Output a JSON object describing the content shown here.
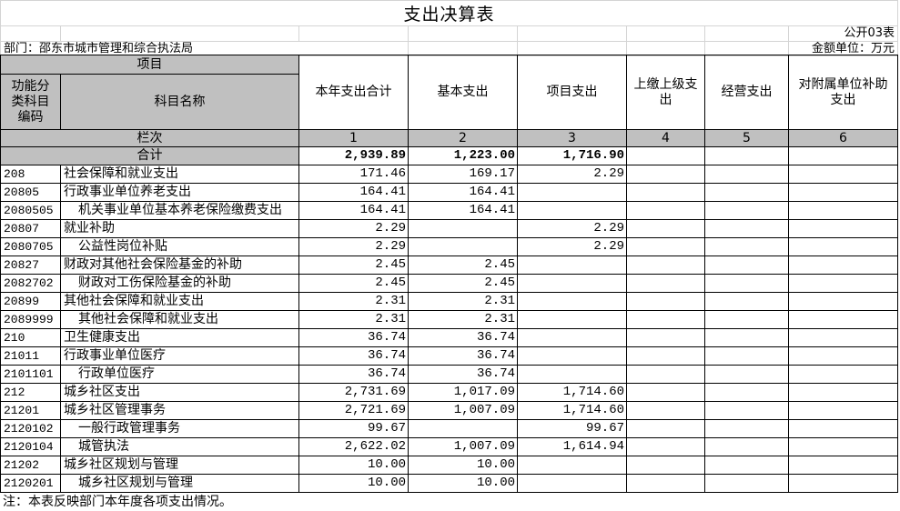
{
  "title": "支出决算表",
  "form_code": "公开03表",
  "department": "部门：邵东市城市管理和综合执法局",
  "unit": "金额单位：万元",
  "colors": {
    "header_fill": "#c0c0c0",
    "border": "#000000",
    "sheet_grid": "#d4d4d4"
  },
  "header": {
    "item": "项目",
    "code": "功能分类科目编码",
    "name": "科目名称",
    "columns": [
      "本年支出合计",
      "基本支出",
      "项目支出",
      "上缴上级支出",
      "经营支出",
      "对附属单位补助支出"
    ]
  },
  "column_index_row": {
    "label": "栏次",
    "numbers": [
      "1",
      "2",
      "3",
      "4",
      "5",
      "6"
    ]
  },
  "total_row": {
    "label": "合计",
    "values": [
      "2,939.89",
      "1,223.00",
      "1,716.90",
      "",
      "",
      ""
    ]
  },
  "rows": [
    {
      "code": "208",
      "name": "社会保障和就业支出",
      "values": [
        "171.46",
        "169.17",
        "2.29",
        "",
        "",
        ""
      ]
    },
    {
      "code": "20805",
      "name": "行政事业单位养老支出",
      "values": [
        "164.41",
        "164.41",
        "",
        "",
        "",
        ""
      ]
    },
    {
      "code": "2080505",
      "name": "机关事业单位基本养老保险缴费支出",
      "values": [
        "164.41",
        "164.41",
        "",
        "",
        "",
        ""
      ]
    },
    {
      "code": "20807",
      "name": "就业补助",
      "values": [
        "2.29",
        "",
        "2.29",
        "",
        "",
        ""
      ]
    },
    {
      "code": "2080705",
      "name": "公益性岗位补贴",
      "values": [
        "2.29",
        "",
        "2.29",
        "",
        "",
        ""
      ]
    },
    {
      "code": "20827",
      "name": "财政对其他社会保险基金的补助",
      "values": [
        "2.45",
        "2.45",
        "",
        "",
        "",
        ""
      ]
    },
    {
      "code": "2082702",
      "name": "财政对工伤保险基金的补助",
      "values": [
        "2.45",
        "2.45",
        "",
        "",
        "",
        ""
      ]
    },
    {
      "code": "20899",
      "name": "其他社会保障和就业支出",
      "values": [
        "2.31",
        "2.31",
        "",
        "",
        "",
        ""
      ]
    },
    {
      "code": "2089999",
      "name": "其他社会保障和就业支出",
      "values": [
        "2.31",
        "2.31",
        "",
        "",
        "",
        ""
      ]
    },
    {
      "code": "210",
      "name": "卫生健康支出",
      "values": [
        "36.74",
        "36.74",
        "",
        "",
        "",
        ""
      ]
    },
    {
      "code": "21011",
      "name": "行政事业单位医疗",
      "values": [
        "36.74",
        "36.74",
        "",
        "",
        "",
        ""
      ]
    },
    {
      "code": "2101101",
      "name": "行政单位医疗",
      "values": [
        "36.74",
        "36.74",
        "",
        "",
        "",
        ""
      ]
    },
    {
      "code": "212",
      "name": "城乡社区支出",
      "values": [
        "2,731.69",
        "1,017.09",
        "1,714.60",
        "",
        "",
        ""
      ]
    },
    {
      "code": "21201",
      "name": "城乡社区管理事务",
      "values": [
        "2,721.69",
        "1,007.09",
        "1,714.60",
        "",
        "",
        ""
      ]
    },
    {
      "code": "2120102",
      "name": "一般行政管理事务",
      "values": [
        "99.67",
        "",
        "99.67",
        "",
        "",
        ""
      ]
    },
    {
      "code": "2120104",
      "name": "城管执法",
      "values": [
        "2,622.02",
        "1,007.09",
        "1,614.94",
        "",
        "",
        ""
      ]
    },
    {
      "code": "21202",
      "name": "城乡社区规划与管理",
      "values": [
        "10.00",
        "10.00",
        "",
        "",
        "",
        ""
      ]
    },
    {
      "code": "2120201",
      "name": "城乡社区规划与管理",
      "values": [
        "10.00",
        "10.00",
        "",
        "",
        "",
        ""
      ]
    }
  ],
  "note": "注：本表反映部门本年度各项支出情况。"
}
